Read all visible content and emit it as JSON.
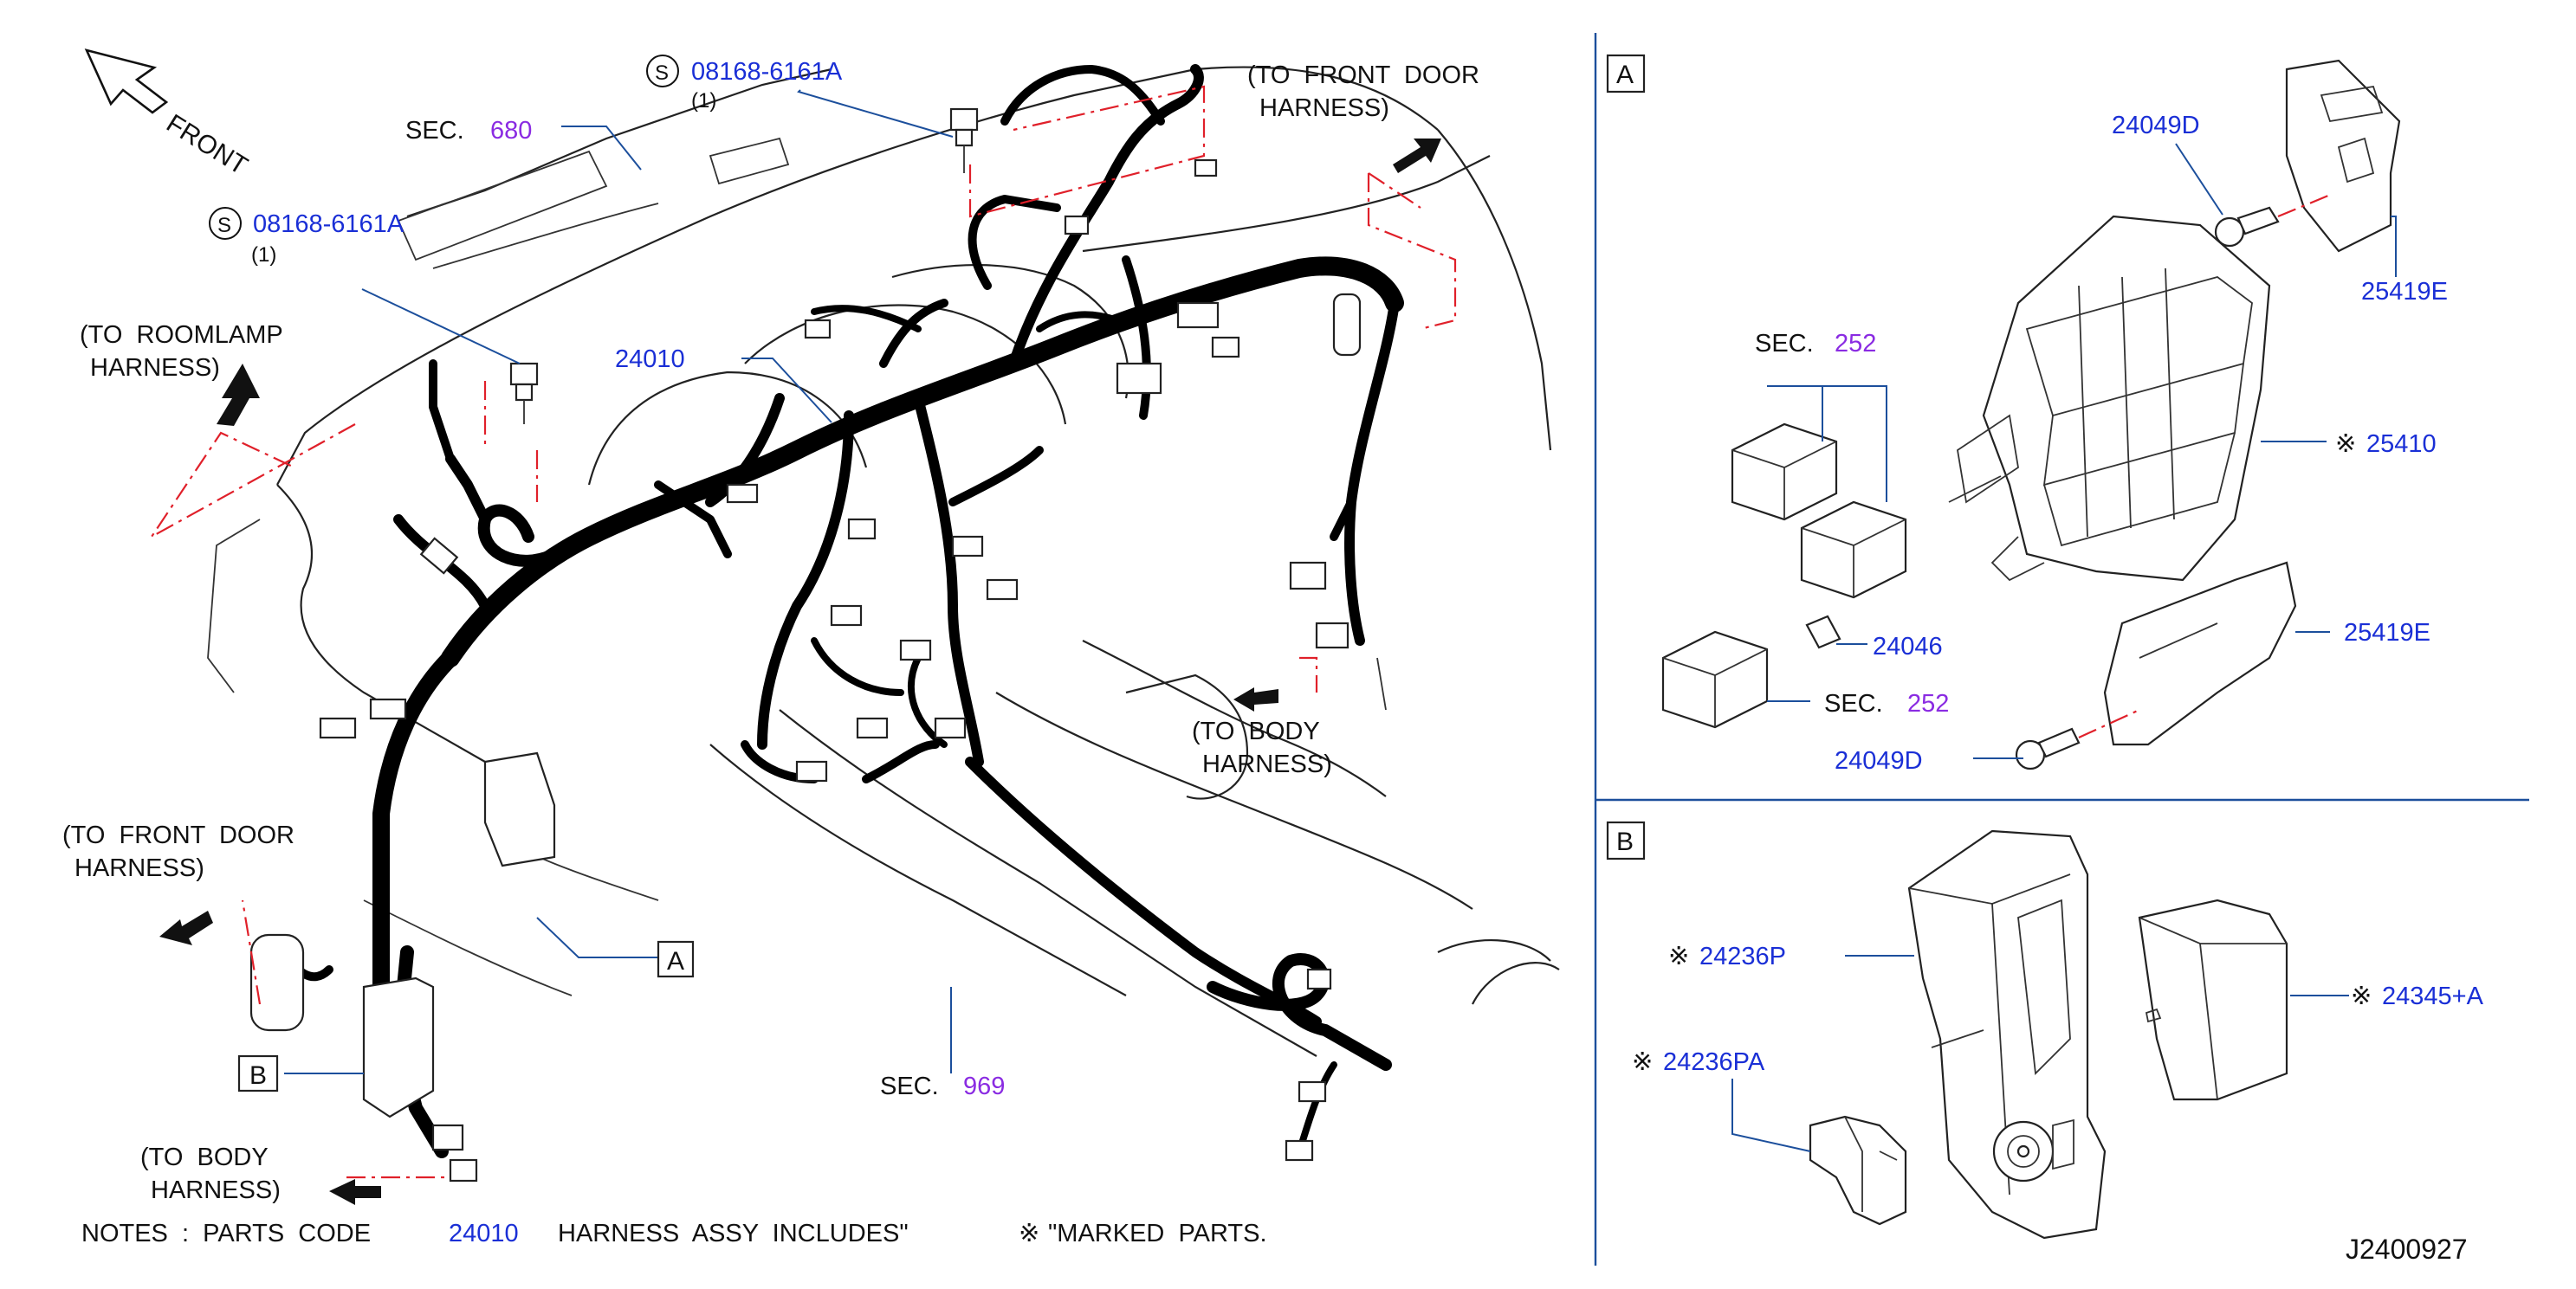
{
  "diagram": {
    "directions": {
      "front": "FRONT",
      "to_roomlamp": [
        "(TO  ROOMLAMP",
        "HARNESS)"
      ],
      "to_front_door_top": [
        "(TO  FRONT  DOOR",
        "HARNESS)"
      ],
      "to_front_door_left": [
        "(TO  FRONT  DOOR",
        "HARNESS)"
      ],
      "to_body_mid": [
        "(TO  BODY",
        "HARNESS)"
      ],
      "to_body_bottom": [
        "(TO  BODY",
        "HARNESS)"
      ]
    },
    "bolt_symbol": "S",
    "bolt_part_top": "08168-6161A",
    "bolt_qty_top": "(1)",
    "bolt_part_left": "08168-6161A",
    "bolt_qty_left": "(1)",
    "sec_prefix": "SEC.",
    "sec_680": "680",
    "sec_969": "969",
    "harness_part": "24010",
    "callout_a": "A",
    "callout_b": "B",
    "notes": {
      "prefix": "NOTES  :  PARTS  CODE",
      "code": "24010",
      "middle": "HARNESS  ASSY  INCLUDES\"",
      "mark": "※",
      "suffix": "\"MARKED  PARTS."
    },
    "drawing_id": "J2400927"
  },
  "panel_a": {
    "label": "A",
    "part_24049d_top": "24049D",
    "part_25419e_top": "25419E",
    "sec_label": "SEC.",
    "sec_252_top": "252",
    "part_25410": "25410",
    "part_25419e_bottom": "25419E",
    "part_24046": "24046",
    "sec_252_bottom": "252",
    "part_24049d_bottom": "24049D",
    "mark": "※"
  },
  "panel_b": {
    "label": "B",
    "part_24236p": "24236P",
    "part_24345a": "24345+A",
    "part_24236pa": "24236PA",
    "mark": "※"
  },
  "colors": {
    "part_number_blue": "#1a2fd6",
    "section_purple": "#8a2be2",
    "leader_blue": "#1c4f9c",
    "boundary_red": "#e0202a",
    "harness_black": "#000000"
  }
}
